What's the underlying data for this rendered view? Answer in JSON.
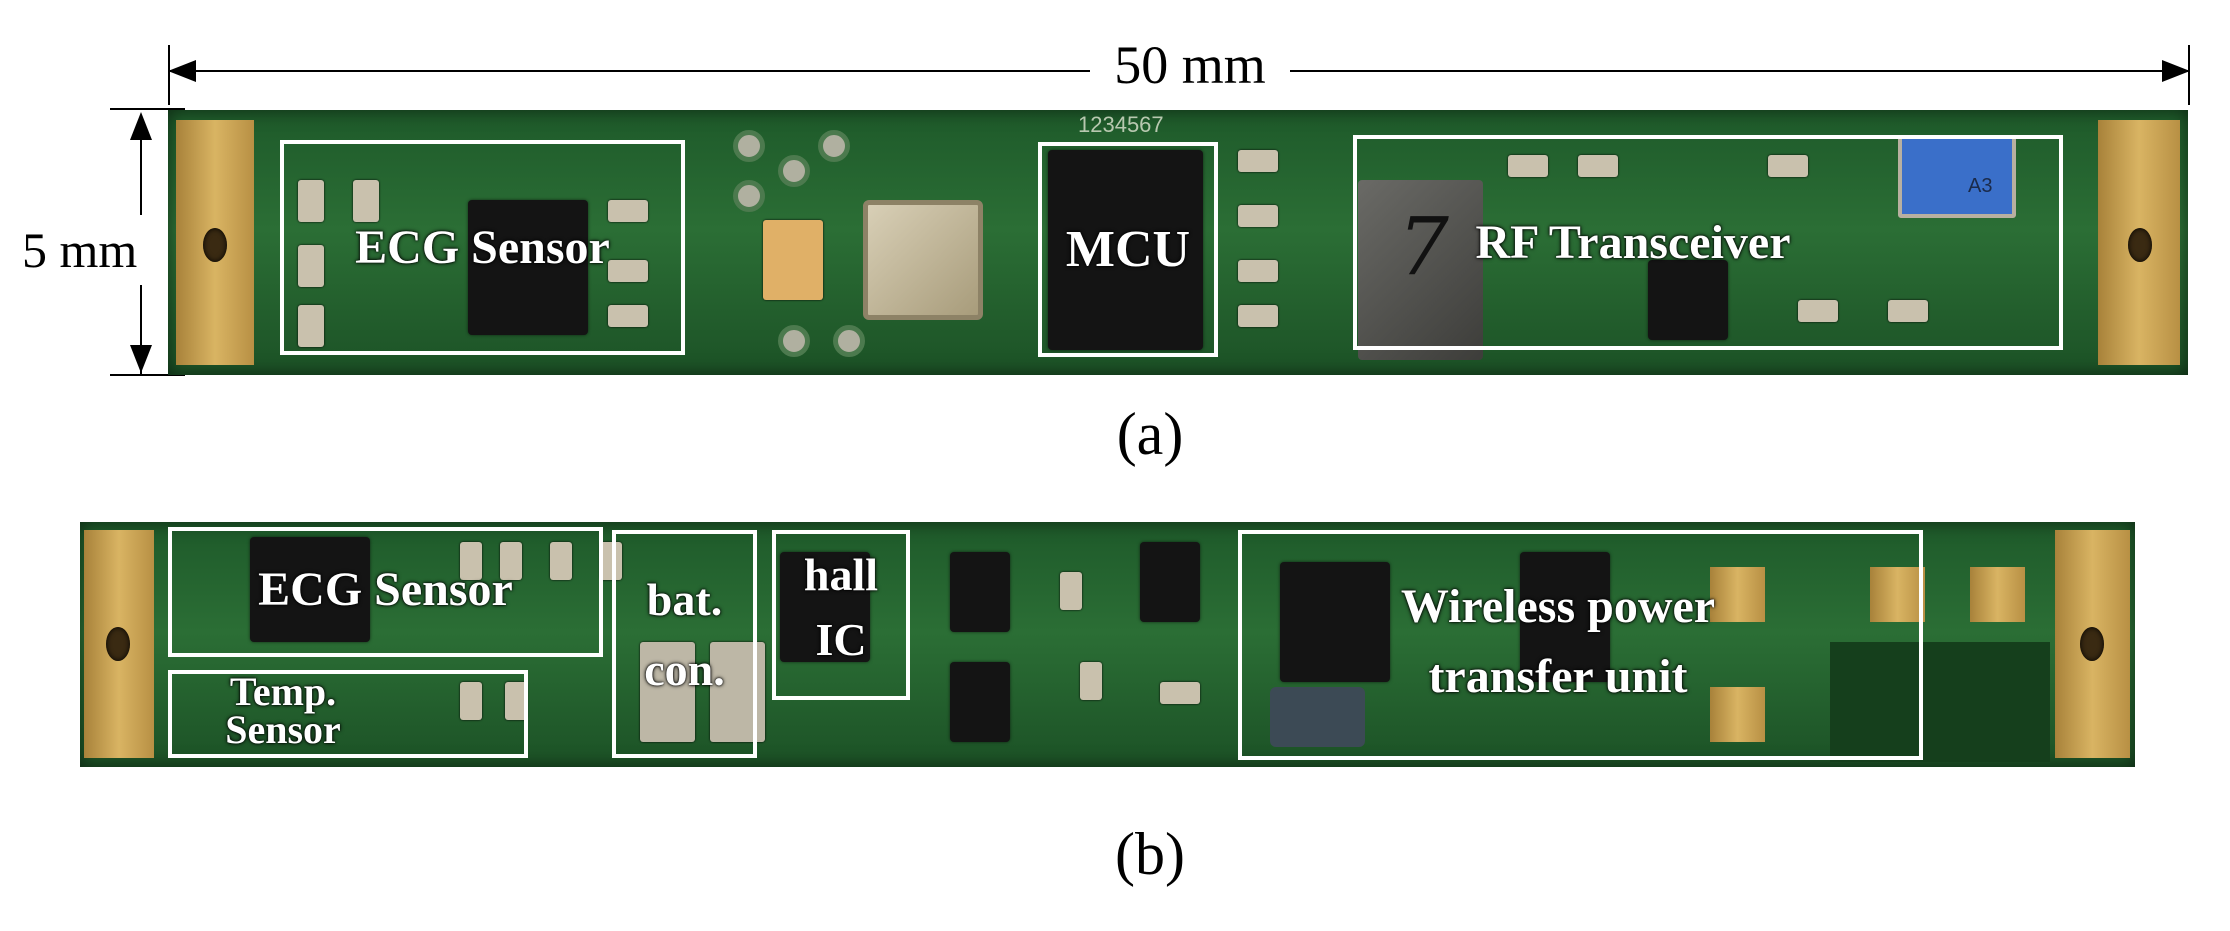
{
  "dimensions": {
    "length_label": "50 mm",
    "width_label": "5 mm"
  },
  "panel_a": {
    "caption": "(a)",
    "labels": {
      "ecg": "ECG Sensor",
      "mcu": "MCU",
      "rf": "RF Transceiver"
    },
    "silkscreen": "1234567",
    "cap_marking": "A3",
    "handwritten": "7"
  },
  "panel_b": {
    "caption": "(b)",
    "labels": {
      "ecg": "ECG Sensor",
      "temp_line1": "Temp.",
      "temp_line2": "Sensor",
      "bat_line1": "bat.",
      "bat_line2": "con.",
      "hall_line1": "hall",
      "hall_line2": "IC",
      "wpt_line1": "Wireless power",
      "wpt_line2": "transfer unit"
    }
  },
  "colors": {
    "board": "#2b6e35",
    "pad": "#d9b463",
    "label": "#ffffff",
    "annotation": "#000000"
  }
}
